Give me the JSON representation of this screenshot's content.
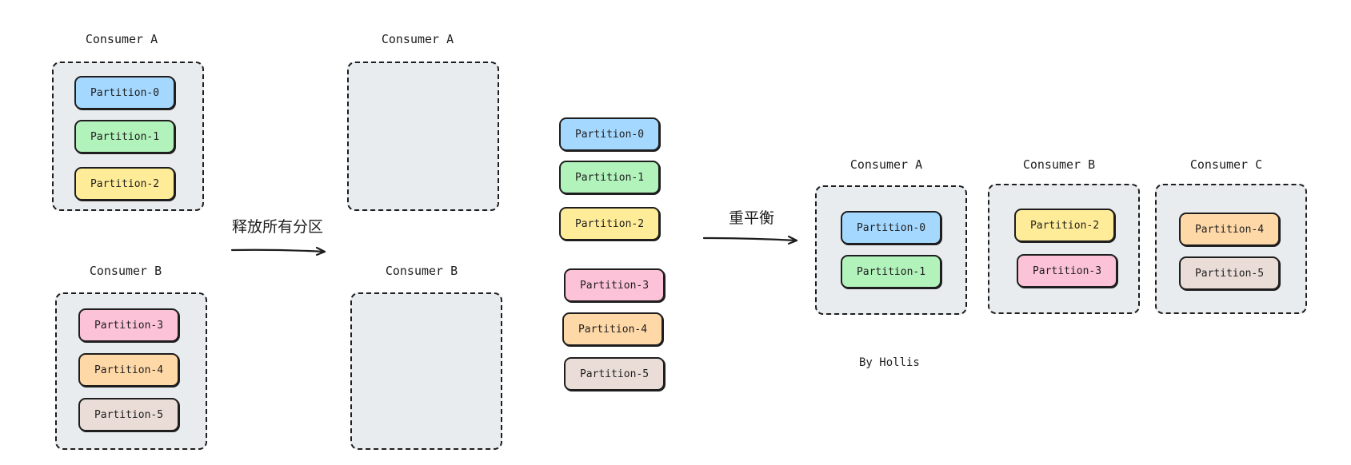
{
  "partition_colors": {
    "Partition-0": "#a5d8ff",
    "Partition-1": "#b2f2bb",
    "Partition-2": "#ffec99",
    "Partition-3": "#fcc2d7",
    "Partition-4": "#ffd8a8",
    "Partition-5": "#eaddd7"
  },
  "before": {
    "consumer_a": {
      "title": "Consumer A",
      "partitions": [
        "Partition-0",
        "Partition-1",
        "Partition-2"
      ]
    },
    "consumer_b": {
      "title": "Consumer B",
      "partitions": [
        "Partition-3",
        "Partition-4",
        "Partition-5"
      ]
    }
  },
  "step1_label": "释放所有分区",
  "released": {
    "consumer_a": {
      "title": "Consumer A"
    },
    "consumer_b": {
      "title": "Consumer B"
    }
  },
  "free_partitions": [
    "Partition-0",
    "Partition-1",
    "Partition-2",
    "Partition-3",
    "Partition-4",
    "Partition-5"
  ],
  "step2_label": "重平衡",
  "after": {
    "consumer_a": {
      "title": "Consumer A",
      "partitions": [
        "Partition-0",
        "Partition-1"
      ]
    },
    "consumer_b": {
      "title": "Consumer B",
      "partitions": [
        "Partition-2",
        "Partition-3"
      ]
    },
    "consumer_c": {
      "title": "Consumer C",
      "partitions": [
        "Partition-4",
        "Partition-5"
      ]
    }
  },
  "credit": "By Hollis"
}
